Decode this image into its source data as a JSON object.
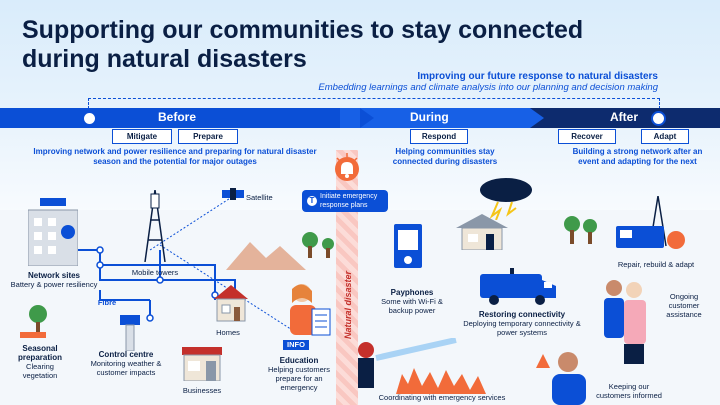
{
  "title": "Supporting our communities to stay connected during natural disasters",
  "improve": {
    "heading": "Improving our future response to natural disasters",
    "subheading": "Embedding learnings and climate analysis into our planning and decision making"
  },
  "phases": {
    "before": {
      "name": "Before",
      "tags": [
        "Mitigate",
        "Prepare"
      ],
      "desc": "Improving network and power resilience and preparing for natural disaster season and the potential for major outages"
    },
    "during": {
      "name": "During",
      "tags": [
        "Respond"
      ],
      "desc": "Helping communities stay connected during disasters"
    },
    "after": {
      "name": "After",
      "tags": [
        "Recover",
        "Adapt"
      ],
      "desc": "Building a strong network after an event and adapting for the next"
    }
  },
  "natural_disaster": "Natural disaster",
  "emergency_plans": "Initiate emergency response plans",
  "labels": {
    "satellite": "Satellite",
    "network_sites_title": "Network sites",
    "network_sites_desc": "Battery & power resiliency",
    "mobile_towers": "Mobile towers",
    "fibre": "Fibre",
    "homes": "Homes",
    "info": "INFO",
    "education_title": "Education",
    "education_desc": "Helping customers prepare for an emergency",
    "seasonal_title": "Seasonal preparation",
    "seasonal_desc": "Clearing vegetation",
    "control_title": "Control centre",
    "control_desc": "Monitoring weather & customer impacts",
    "businesses": "Businesses",
    "payphones_title": "Payphones",
    "payphones_desc": "Some with Wi-Fi & backup power",
    "restoring_title": "Restoring connectivity",
    "restoring_desc": "Deploying temporary connectivity & power systems",
    "coordinating": "Coordinating with emergency services",
    "repair": "Repair, rebuild & adapt",
    "ongoing": "Ongoing customer assistance",
    "keeping": "Keeping our customers informed",
    "telstra_mark": "T"
  },
  "colors": {
    "primary": "#0b4fd6",
    "navy": "#0a1f44",
    "dark": "#0d2b6e",
    "disaster": "#c4302b",
    "warning": "#f26b3a"
  }
}
